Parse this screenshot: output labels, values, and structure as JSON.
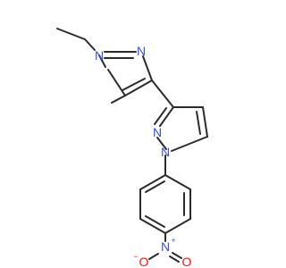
{
  "molecule": {
    "atoms": [
      {
        "element": "N",
        "label": "N",
        "color": "#3050F8"
      },
      {
        "element": "N",
        "label": "N",
        "color": "#3050F8"
      },
      {
        "element": "N",
        "label": "N",
        "color": "#3050F8"
      },
      {
        "element": "N",
        "label": "N",
        "color": "#3050F8"
      },
      {
        "element": "N",
        "label": "N",
        "color": "#3050F8",
        "charge": "+"
      },
      {
        "element": "O",
        "label": "O",
        "color": "#FF0D0D",
        "charge": "−"
      },
      {
        "element": "O",
        "label": "O",
        "color": "#FF0D0D"
      }
    ],
    "bond_color": "#2b2b2b"
  }
}
